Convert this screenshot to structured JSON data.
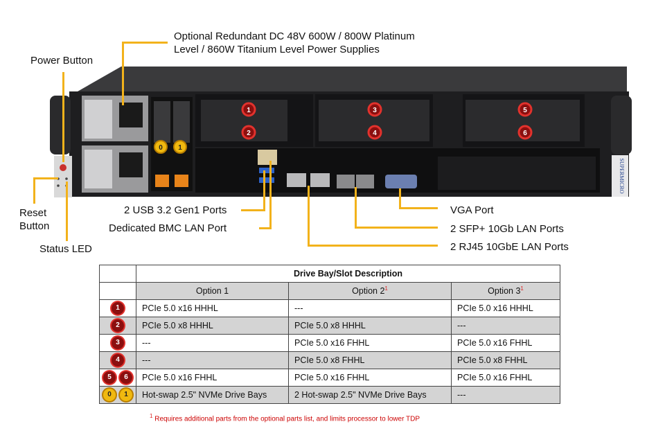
{
  "callouts": {
    "power_supplies": [
      "Optional Redundant DC 48V 600W / 800W Platinum",
      "Level / 860W Titanium Level Power Supplies"
    ],
    "power_button": "Power Button",
    "reset_button": [
      "Reset",
      "Button"
    ],
    "status_led": "Status LED",
    "usb_ports": "2 USB 3.2 Gen1 Ports",
    "bmc_lan": "Dedicated BMC LAN Port",
    "vga_port": "VGA Port",
    "sfp_ports": "2 SFP+ 10Gb LAN Ports",
    "rj45_ports": "2 RJ45 10GbE LAN Ports",
    "brand_vertical": "SUPERMICRO"
  },
  "bay_badges": [
    "1",
    "2",
    "3",
    "4",
    "5",
    "6",
    "0",
    "1"
  ],
  "table": {
    "title": "Drive Bay/Slot Description",
    "headers": [
      "Option 1",
      "Option 2",
      "Option 3"
    ],
    "header_marks": [
      "",
      "1",
      "1"
    ],
    "rows": [
      {
        "badges": [
          "1"
        ],
        "badge_color": "red",
        "cells": [
          "PCIe 5.0 x16 HHHL",
          "---",
          "PCIe 5.0 x16 HHHL"
        ]
      },
      {
        "badges": [
          "2"
        ],
        "badge_color": "red",
        "cells": [
          "PCIe 5.0 x8 HHHL",
          "PCIe 5.0 x8 HHHL",
          "---"
        ]
      },
      {
        "badges": [
          "3"
        ],
        "badge_color": "red",
        "cells": [
          "---",
          "PCIe 5.0 x16 FHHL",
          "PCIe 5.0 x16 FHHL"
        ]
      },
      {
        "badges": [
          "4"
        ],
        "badge_color": "red",
        "cells": [
          "---",
          "PCIe 5.0 x8 FHHL",
          "PCIe 5.0 x8 FHHL"
        ]
      },
      {
        "badges": [
          "5",
          "6"
        ],
        "badge_color": "red",
        "cells": [
          "PCIe 5.0 x16 FHHL",
          "PCIe 5.0 x16 FHHL",
          "PCIe 5.0 x16 FHHL"
        ]
      },
      {
        "badges": [
          "0",
          "1"
        ],
        "badge_color": "gold",
        "cells": [
          "Hot-swap 2.5\" NVMe Drive Bays",
          "2 Hot-swap 2.5\" NVMe Drive Bays",
          "---"
        ]
      }
    ],
    "footnote_mark": "1",
    "footnote": " Requires additional parts from the optional parts list, and limits processor to lower TDP"
  }
}
